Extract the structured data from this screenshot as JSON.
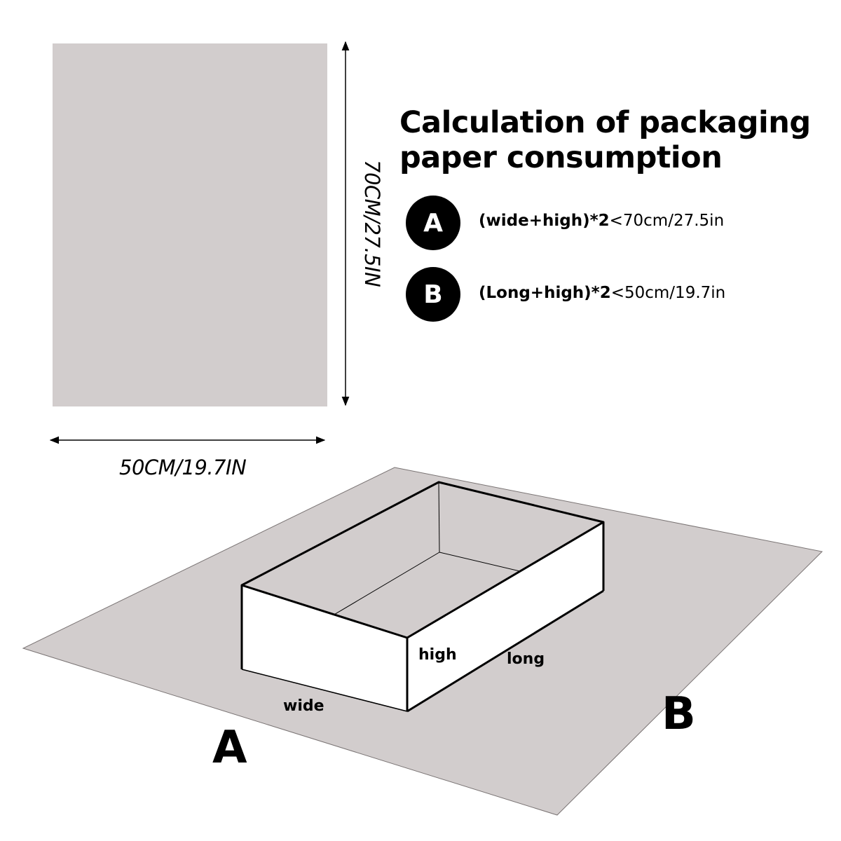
{
  "title": {
    "line1": "Calculation of packaging",
    "line2": "paper consumption"
  },
  "rules": [
    {
      "badge": "A",
      "formula_prefix": "(wide+high)*2",
      "formula_suffix": "<70cm/27.5in"
    },
    {
      "badge": "B",
      "formula_prefix": "(Long+high)*2",
      "formula_suffix": "<50cm/19.7in"
    }
  ],
  "sheet": {
    "width_label": "50CM/19.7IN",
    "height_label": "70CM/27.5IN",
    "color": "#d2cdcd"
  },
  "box": {
    "high_label": "high",
    "long_label": "long",
    "wide_label": "wide"
  },
  "sides": {
    "a_label": "A",
    "b_label": "B"
  }
}
